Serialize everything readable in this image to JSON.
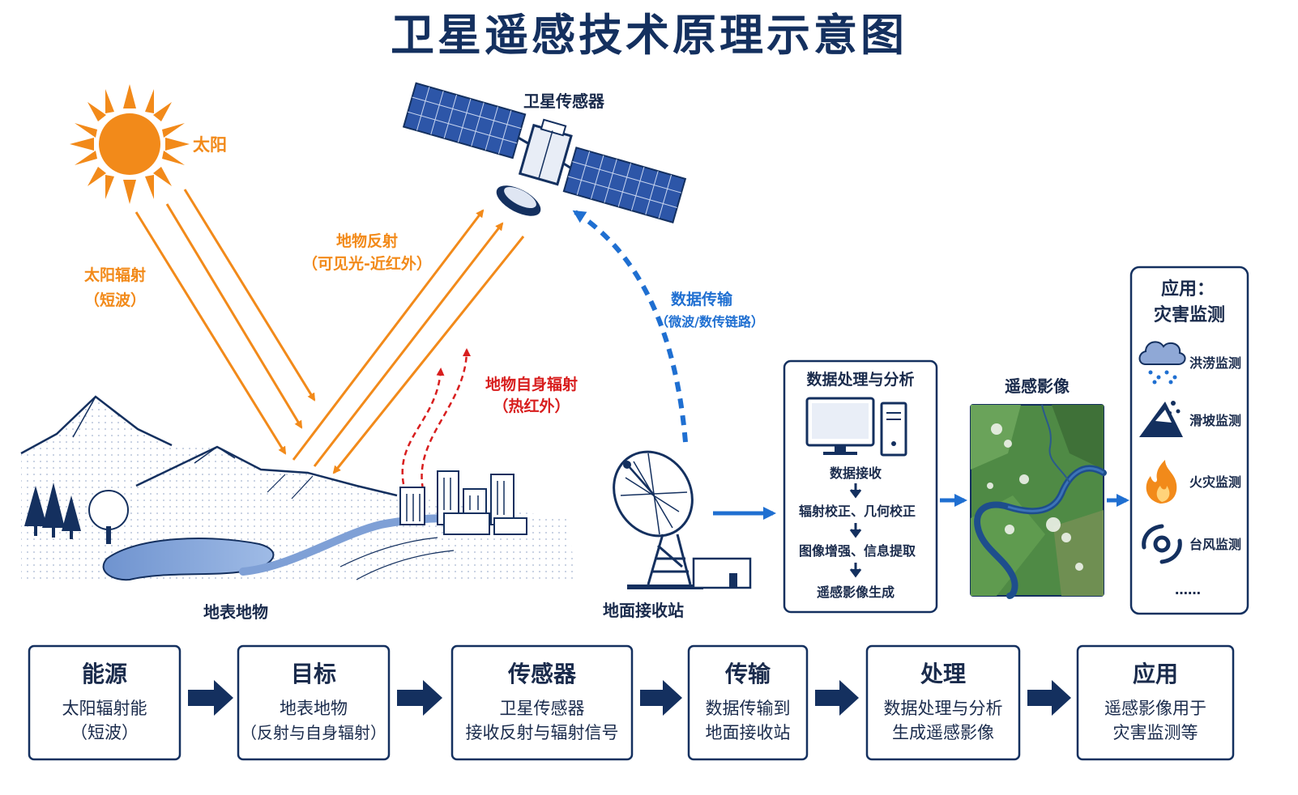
{
  "title": "卫星遥感技术原理示意图",
  "labels": {
    "sun": "太阳",
    "solar_radiation": "太阳辐射",
    "solar_radiation_sub": "（短波）",
    "reflection": "地物反射",
    "reflection_sub": "（可见光-近红外）",
    "emission": "地物自身辐射",
    "emission_sub": "（热红外）",
    "satellite": "卫星传感器",
    "transmission": "数据传输",
    "transmission_sub": "（微波/数传链路）",
    "ground": "地表地物",
    "station": "地面接收站",
    "rs_image": "遥感影像"
  },
  "processing": {
    "title": "数据处理与分析",
    "steps": [
      "数据接收",
      "辐射校正、几何校正",
      "图像增强、信息提取",
      "遥感影像生成"
    ]
  },
  "applications": {
    "title_line1": "应用：",
    "title_line2": "灾害监测",
    "items": [
      {
        "label": "洪涝监测",
        "icon": "rain-cloud-icon"
      },
      {
        "label": "滑坡监测",
        "icon": "landslide-icon"
      },
      {
        "label": "火灾监测",
        "icon": "fire-icon"
      },
      {
        "label": "台风监测",
        "icon": "typhoon-icon"
      }
    ],
    "more": "……"
  },
  "flow": [
    {
      "title": "能源",
      "line1": "太阳辐射能",
      "line2": "（短波）"
    },
    {
      "title": "目标",
      "line1": "地表地物",
      "line2": "（反射与自身辐射）"
    },
    {
      "title": "传感器",
      "line1": "卫星传感器",
      "line2": "接收反射与辐射信号"
    },
    {
      "title": "传输",
      "line1": "数据传输到",
      "line2": "地面接收站"
    },
    {
      "title": "处理",
      "line1": "数据处理与分析",
      "line2": "生成遥感影像"
    },
    {
      "title": "应用",
      "line1": "遥感影像用于",
      "line2": "灾害监测等"
    }
  ],
  "colors": {
    "navy": "#14305f",
    "orange": "#f28a1a",
    "red": "#d81e1e",
    "blue": "#1f6fd1"
  }
}
